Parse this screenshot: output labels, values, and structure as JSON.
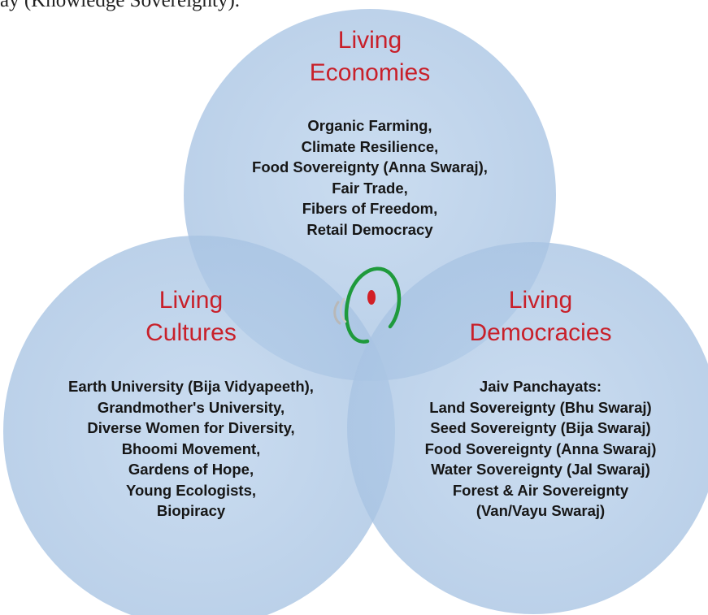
{
  "caption": "ay (Knowledge Sovereignty).",
  "colors": {
    "circle_fill": "#a9c5e4",
    "title": "#c8202a",
    "logo_green": "#1f9a3c",
    "logo_red": "#d21f26",
    "logo_gray": "#b8b8b8"
  },
  "economies": {
    "title_line1": "Living",
    "title_line2": "Economies",
    "items": [
      "Organic Farming,",
      "Climate Resilience,",
      "Food Sovereignty (Anna Swaraj),",
      "Fair Trade,",
      "Fibers of Freedom,",
      "Retail Democracy"
    ]
  },
  "cultures": {
    "title_line1": "Living",
    "title_line2": "Cultures",
    "items": [
      "Earth University (Bija Vidyapeeth),",
      "Grandmother's University,",
      "Diverse Women for Diversity,",
      "Bhoomi Movement,",
      "Gardens of Hope,",
      "Young Ecologists,",
      "Biopiracy"
    ]
  },
  "democracies": {
    "title_line1": "Living",
    "title_line2": "Democracies",
    "items": [
      "Jaiv Panchayats:",
      "Land Sovereignty (Bhu Swaraj)",
      "Seed Sovereignty (Bija Swaraj)",
      "Food Sovereignty (Anna Swaraj)",
      "Water Sovereignty (Jal Swaraj)",
      "Forest & Air Sovereignty",
      "(Van/Vayu Swaraj)"
    ]
  }
}
